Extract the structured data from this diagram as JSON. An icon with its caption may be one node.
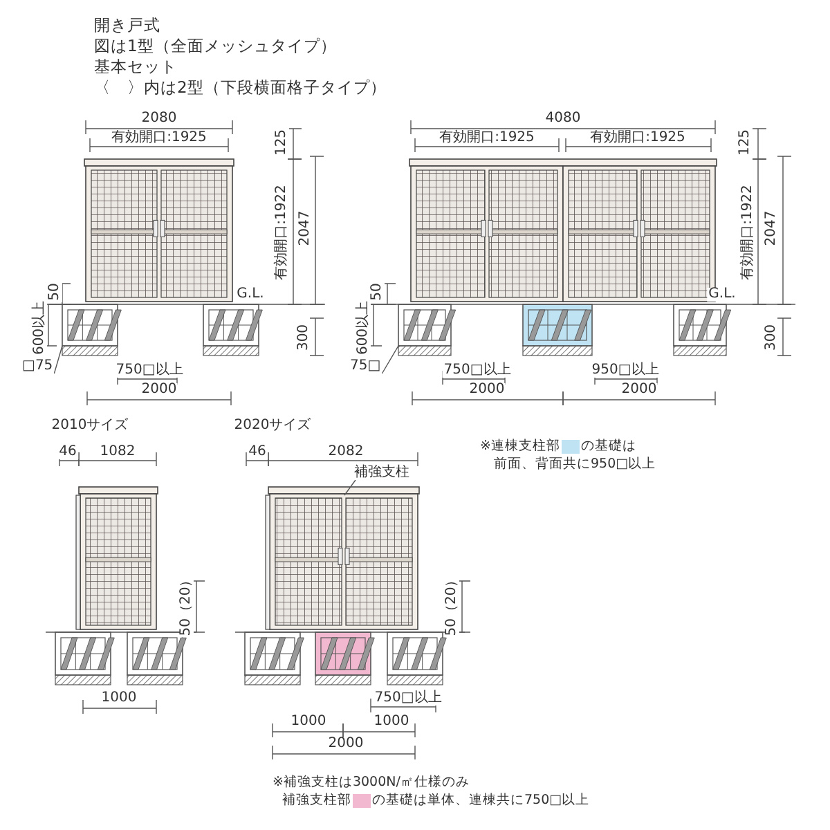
{
  "diagram": {
    "nodes": [
      {
        "text": [
          "□75"
        ]
      },
      {
        "text": [
          "75□"
        ]
      },
      {
        "text": [
          "補強支柱"
        ]
      }
    ],
    "edges": [
      {
        "from": 0,
        "to": null,
        "arrow": "none"
      },
      {
        "from": 1,
        "to": null,
        "arrow": "none"
      },
      {
        "from": 2,
        "to": null,
        "arrow": "none"
      }
    ],
    "labels": [
      "開き戸式",
      "図は1型（全面メッシュタイプ）",
      "基本セット",
      "〈　〉内は2型（下段横面格子タイプ）",
      "2080",
      "有効開口:1925",
      "125",
      "有効開口:1922",
      "2047",
      "50",
      "G.L.",
      "600以上",
      "300",
      "750□以上",
      "2000",
      "4080",
      "有効開口:1925",
      "有効開口:1925",
      "125",
      "有効開口:1922",
      "2047",
      "G.L.",
      "50",
      "600以上",
      "300",
      "750□以上",
      "950□以上",
      "2000",
      "2000",
      "2010サイズ",
      "46",
      "1082",
      "50（20）",
      "1000",
      "2020サイズ",
      "46",
      "2082",
      "50（20）",
      "750□以上",
      "1000",
      "1000",
      "2000",
      "※連棟支柱部",
      "の基礎は",
      "前面、背面共に950□以上",
      "※補強支柱は3000N/㎡仕様のみ",
      "補強支柱部",
      "の基礎は単体、連棟共に750□以上"
    ]
  }
}
